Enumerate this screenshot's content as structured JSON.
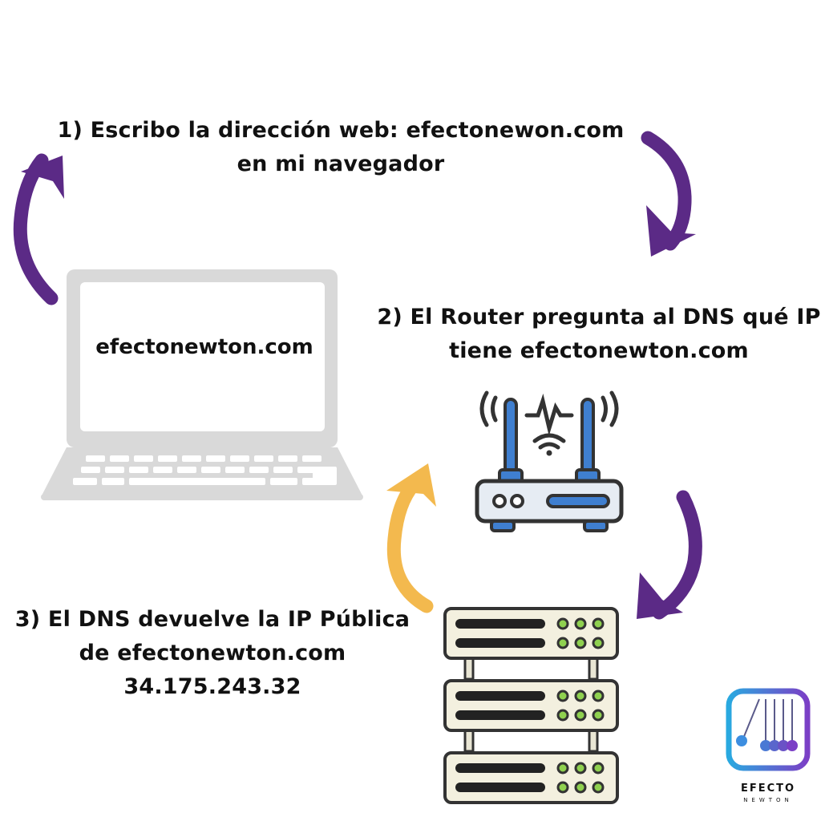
{
  "steps": [
    {
      "lines": [
        "1) Escribo la dirección web: efectonewon.com",
        "en mi navegador"
      ]
    },
    {
      "lines": [
        "2) El Router pregunta al DNS qué IP",
        "tiene efectonewton.com"
      ]
    },
    {
      "lines": [
        "3) El DNS devuelve la IP Pública",
        "de efectonewton.com",
        "34.175.243.32"
      ]
    }
  ],
  "laptop": {
    "screen_text": "efectonewton.com"
  },
  "logo": {
    "name": "EFECTO",
    "sub": "NEWTON"
  },
  "colors": {
    "arrow_purple": "#5b2a86",
    "arrow_yellow": "#f3b94e",
    "device_gray": "#d9d9d9",
    "router_blue": "#3f7fd0",
    "server_beige": "#f3f0df",
    "led_green": "#8fd14f"
  },
  "icons": [
    "laptop-icon",
    "router-icon",
    "server-rack-icon",
    "arrow-icon",
    "efecto-newton-logo"
  ]
}
